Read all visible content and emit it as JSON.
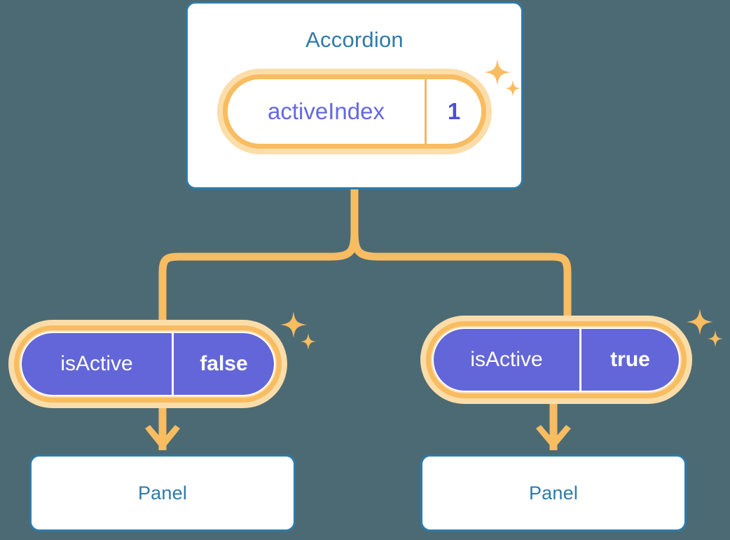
{
  "theme": {
    "background": "#4c6a73",
    "card_border": "#2f7aa8",
    "card_text": "#2f7aa8",
    "card_fill": "#ffffff",
    "ring_solid": "#f8bc61",
    "ring_halo": "#fbdda9",
    "connector": "#f8bc61",
    "pill_purple": "#6366d8",
    "pill_text_purple": "#6568e0",
    "pill_text_white": "#ffffff"
  },
  "root": {
    "title": "Accordion",
    "state": {
      "key": "activeIndex",
      "value": "1"
    },
    "sparkles": [
      "sparkle-large-icon",
      "sparkle-small-icon"
    ]
  },
  "branches": [
    {
      "id": "left",
      "state": {
        "key": "isActive",
        "value": "false"
      },
      "child": {
        "title": "Panel"
      },
      "sparkles": [
        "sparkle-large-icon",
        "sparkle-small-icon"
      ]
    },
    {
      "id": "right",
      "state": {
        "key": "isActive",
        "value": "true"
      },
      "child": {
        "title": "Panel"
      },
      "sparkles": [
        "sparkle-large-icon",
        "sparkle-small-icon"
      ]
    }
  ],
  "connectors": {
    "trunk_label": "root-to-branch-trunk",
    "arrow_left_label": "arrow-left",
    "arrow_right_label": "arrow-right"
  }
}
